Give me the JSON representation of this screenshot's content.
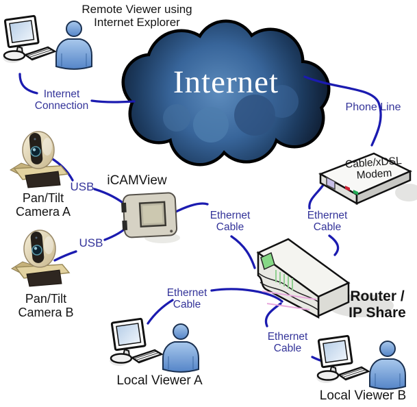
{
  "colors": {
    "background": "#ffffff",
    "cable": "#1b1bb0",
    "connection_label_text": "#333399",
    "node_label_text": "#141414",
    "cloud_center": "#5d8cbd",
    "cloud_edge": "#0b1322",
    "cloud_text": "#ffffff",
    "person_fill": "#6d9bd4",
    "camera_body": "#e8dcc0",
    "router_led_green": "#86d886",
    "router_stripe_pink": "#e8a8dc",
    "modem_led_red": "#cc2233",
    "modem_led_green": "#22aa55",
    "modem_port_lavender": "#c8c0e8"
  },
  "icons": {
    "remote_viewer": "desktop-workstation-with-user-icon",
    "local_viewer_a": "desktop-workstation-with-user-icon",
    "local_viewer_b": "desktop-workstation-with-user-icon",
    "internet": "internet-cloud-icon",
    "camera_a": "pan-tilt-webcam-icon",
    "camera_b": "pan-tilt-webcam-icon",
    "icamview": "icamview-device-icon",
    "modem": "modem-3d-box-icon",
    "router": "router-3d-box-icon"
  },
  "nodes": {
    "remote_viewer": {
      "label": [
        "Remote Viewer using",
        "Internet Explorer"
      ]
    },
    "internet_cloud": {
      "label": "Internet"
    },
    "modem": {
      "label": [
        "Cable/xDSL",
        "Modem"
      ]
    },
    "camera_a": {
      "label": [
        "Pan/Tilt",
        "Camera A"
      ]
    },
    "camera_b": {
      "label": [
        "Pan/Tilt",
        "Camera B"
      ]
    },
    "icamview": {
      "label": "iCAMView"
    },
    "router": {
      "label": [
        "Router /",
        "IP Share"
      ]
    },
    "local_viewer_a": {
      "label": "Local Viewer A"
    },
    "local_viewer_b": {
      "label": "Local Viewer B"
    }
  },
  "connections": {
    "internet_connection": {
      "label": [
        "Internet",
        "Connection"
      ]
    },
    "phone_line": {
      "label": "Phone Line"
    },
    "usb_a": {
      "label": "USB"
    },
    "usb_b": {
      "label": "USB"
    },
    "ethernet_icamview_router": {
      "label": [
        "Ethernet",
        "Cable"
      ]
    },
    "ethernet_modem_router": {
      "label": [
        "Ethernet",
        "Cable"
      ]
    },
    "ethernet_router_viewer_a": {
      "label": [
        "Ethernet",
        "Cable"
      ]
    },
    "ethernet_router_viewer_b": {
      "label": [
        "Ethernet",
        "Cable"
      ]
    }
  }
}
